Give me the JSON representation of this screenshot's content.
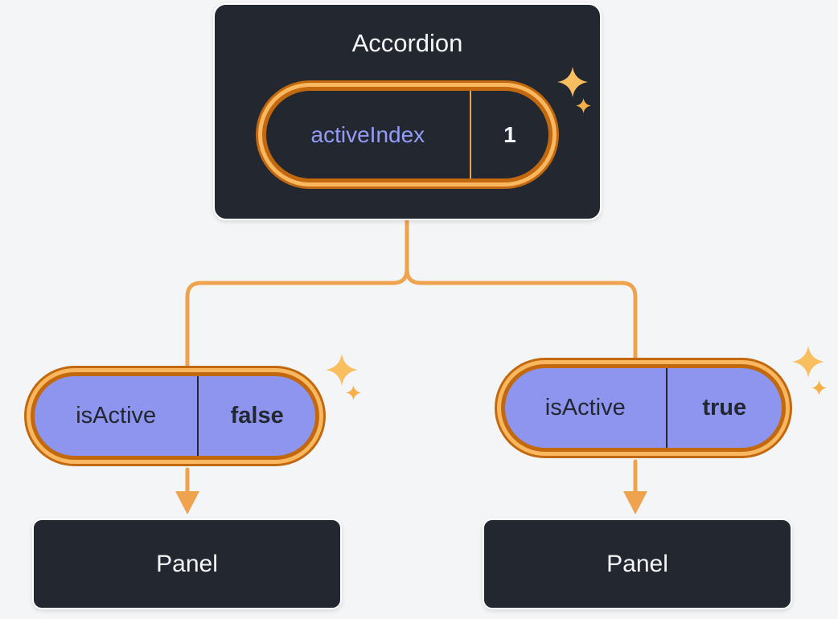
{
  "accordion": {
    "title": "Accordion",
    "state_key": "activeIndex",
    "state_value": "1"
  },
  "left_child": {
    "state_key": "isActive",
    "state_value": "false",
    "panel_label": "Panel"
  },
  "right_child": {
    "state_key": "isActive",
    "state_value": "true",
    "panel_label": "Panel"
  },
  "icons": {
    "sparkle": "four-point-star"
  },
  "colors": {
    "box_bg": "#23272f",
    "box_border": "#ffffff",
    "background": "#f4f5f7",
    "connector_orange": "#efa34f",
    "pill_ring_dark": "#c2690f",
    "pill_ring_light": "#f9b75f",
    "pill_purple": "#8d95ee",
    "text_purple": "#949cf8",
    "text_light": "#f6f7f9",
    "text_dark": "#23272f",
    "sparkle_gold": "#f6b049"
  }
}
